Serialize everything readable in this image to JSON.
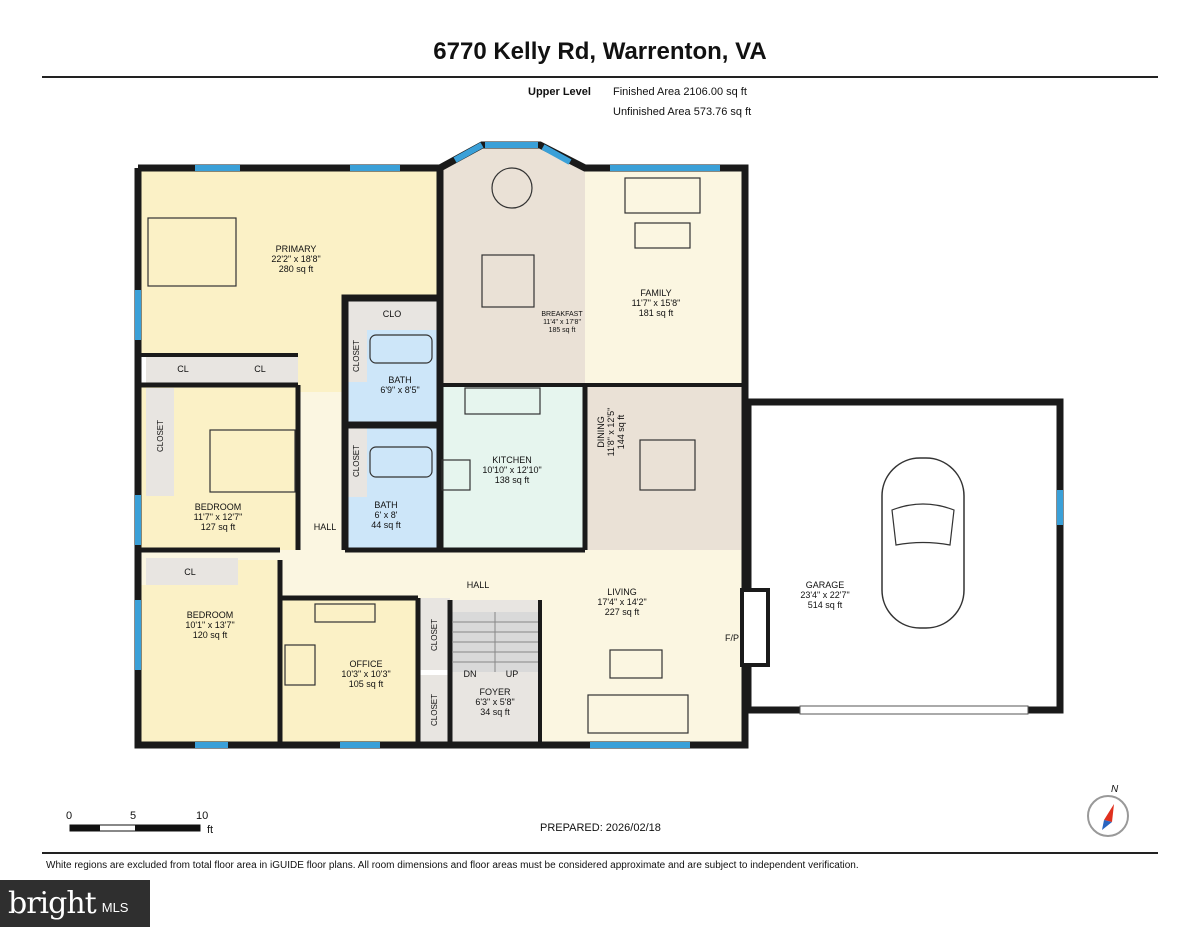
{
  "header": {
    "title": "6770 Kelly Rd, Warrenton, VA",
    "level": "Upper Level",
    "finished_area": "Finished Area 2106.00 sq ft",
    "unfinished_area": "Unfinished Area 573.76 sq ft"
  },
  "rooms": {
    "primary": {
      "name": "PRIMARY",
      "dims": "22'2\" x 18'8\"",
      "area": "280 sq ft"
    },
    "breakfast": {
      "name": "BREAKFAST",
      "dims": "11'4\" x 17'8\"",
      "area": "185 sq ft"
    },
    "family": {
      "name": "FAMILY",
      "dims": "11'7\" x 15'8\"",
      "area": "181 sq ft"
    },
    "bath1": {
      "name": "BATH",
      "dims": "6'9\" x 8'5\""
    },
    "bath2": {
      "name": "BATH",
      "dims": "6' x 8'",
      "area": "44 sq ft"
    },
    "kitchen": {
      "name": "KITCHEN",
      "dims": "10'10\" x 12'10\"",
      "area": "138 sq ft"
    },
    "dining": {
      "name": "DINING",
      "dims": "11'8\" x 12'5\"",
      "area": "144 sq ft"
    },
    "bedroom1": {
      "name": "BEDROOM",
      "dims": "11'7\" x 12'7\"",
      "area": "127 sq ft"
    },
    "bedroom2": {
      "name": "BEDROOM",
      "dims": "10'1\" x 13'7\"",
      "area": "120 sq ft"
    },
    "office": {
      "name": "OFFICE",
      "dims": "10'3\" x 10'3\"",
      "area": "105 sq ft"
    },
    "living": {
      "name": "LIVING",
      "dims": "17'4\" x 14'2\"",
      "area": "227 sq ft"
    },
    "foyer": {
      "name": "FOYER",
      "dims": "6'3\" x 5'8\"",
      "area": "34 sq ft"
    },
    "garage": {
      "name": "GARAGE",
      "dims": "23'4\" x 22'7\"",
      "area": "514 sq ft"
    }
  },
  "labels": {
    "clo": "CLO",
    "cl": "CL",
    "closet": "CLOSET",
    "hall": "HALL",
    "dn": "DN",
    "up": "UP",
    "fp": "F/P"
  },
  "scale": {
    "t0": "0",
    "t5": "5",
    "t10": "10",
    "unit": "ft"
  },
  "compass": {
    "north": "N"
  },
  "prepared": "PREPARED: 2026/02/18",
  "footer": "White regions are excluded from total floor area in iGUIDE floor plans. All room dimensions and floor areas must be considered approximate and are subject to independent verification.",
  "watermark": {
    "brand": "bright",
    "suffix": "MLS"
  },
  "colors": {
    "bedroom": "#fbf1c6",
    "living": "#fbf6e1",
    "kitchen": "#e6f5ee",
    "bath": "#cde6f9",
    "dining": "#eae1d6",
    "closet": "#e8e5e1",
    "wall": "#1a1a1a",
    "window": "#3aa0d8"
  }
}
